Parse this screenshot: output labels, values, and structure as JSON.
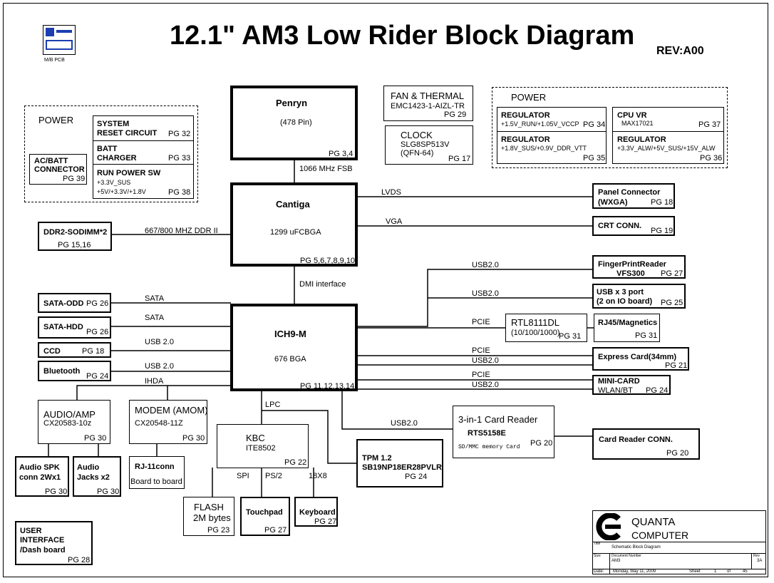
{
  "title": "12.1\" AM3  Low Rider  Block Diagram",
  "rev": "REV:A00",
  "logo_caption": "M/B PCB",
  "blocks": {
    "penryn": {
      "name": "Penryn",
      "pin": "(478 Pin)",
      "pg": "PG 3,4"
    },
    "cantiga": {
      "name": "Cantiga",
      "pkg": "1299 uFCBGA",
      "pg": "PG 5,6,7,8,9,10"
    },
    "ich9m": {
      "name": "ICH9-M",
      "pkg": "676 BGA",
      "pg": "PG 11,12,13,14"
    },
    "fan": {
      "l1": "FAN & THERMAL",
      "l2": "EMC1423-1-AIZL-TR",
      "pg": "PG 29"
    },
    "clock": {
      "l1": "CLOCK",
      "l2": "SLG8SP513V",
      "l3": "(QFN-64)",
      "pg": "PG 17"
    },
    "power_left": {
      "label": "POWER",
      "sysreset": {
        "l1": "SYSTEM",
        "l2": "RESET CIRCUIT",
        "pg": "PG 32"
      },
      "batt": {
        "l1": "BATT",
        "l2": "CHARGER",
        "pg": "PG 33"
      },
      "runpower": {
        "l1": "RUN POWER SW",
        "l2": "+3.3V_SUS",
        "l3": "+5V/+3.3V/+1.8V",
        "pg": "PG 38"
      },
      "acbatt": {
        "l1": "AC/BATT",
        "l2": "CONNECTOR",
        "pg": "PG 39"
      }
    },
    "power_right": {
      "label": "POWER",
      "reg1": {
        "l1": "REGULATOR",
        "l2": "+1.5V_RUN/+1.05V_VCCP",
        "pg": "PG 34"
      },
      "reg2": {
        "l1": "REGULATOR",
        "l2": "+1.8V_SUS/+0.9V_DDR_VTT",
        "pg": "PG 35"
      },
      "cpuvr": {
        "l1": "CPU VR",
        "l2": "MAX17021",
        "pg": "PG 37"
      },
      "reg3": {
        "l1": "REGULATOR",
        "l2": "+3.3V_ALW/+5V_SUS/+15V_ALW",
        "pg": "PG 36"
      }
    },
    "ddr": {
      "l1": "DDR2-SODIMM*2",
      "pg": "PG 15,16"
    },
    "panel": {
      "l1": "Panel Connector",
      "l2": "(WXGA)",
      "pg": "PG 18"
    },
    "crt": {
      "l1": "CRT CONN.",
      "pg": "PG 19"
    },
    "finger": {
      "l1": "FingerPrintReader",
      "l2": "VFS300",
      "pg": "PG 27"
    },
    "usbx3": {
      "l1": "USB x 3 port",
      "l2": "(2 on IO board)",
      "pg": "PG 25"
    },
    "rtl": {
      "l1": "RTL8111DL",
      "l2": "(10/100/1000)",
      "pg": "PG 31"
    },
    "rj45": {
      "l1": "RJ45/Magnetics",
      "pg": "PG 31"
    },
    "express": {
      "l1": "Express Card(34mm)",
      "pg": "PG 21"
    },
    "minicard": {
      "l1": "MINI-CARD",
      "l2": "WLAN/BT",
      "pg": "PG 24"
    },
    "cardreader": {
      "l1": "3-in-1 Card Reader",
      "l2": "RTS5158E",
      "l3": "SD/MMC memory Card",
      "pg": "PG 20"
    },
    "cardconn": {
      "l1": "Card Reader CONN.",
      "pg": "PG 20"
    },
    "sataodd": {
      "l1": "SATA-ODD",
      "pg": "PG 26"
    },
    "satahdd": {
      "l1": "SATA-HDD",
      "pg": "PG 26"
    },
    "ccd": {
      "l1": "CCD",
      "pg": "PG 18"
    },
    "bt": {
      "l1": "Bluetooth",
      "pg": "PG 24"
    },
    "audio": {
      "l1": "AUDIO/AMP",
      "l2": "CX20583-10z",
      "pg": "PG 30"
    },
    "modem": {
      "l1": "MODEM (AMOM)",
      "l2": "CX20548-11Z",
      "pg": "PG 30"
    },
    "spk": {
      "l1": "Audio  SPK",
      "l2": "conn 2Wx1",
      "pg": "PG 30"
    },
    "jacks": {
      "l1": "Audio",
      "l2": "Jacks x2",
      "pg": "PG 30"
    },
    "rj11": {
      "l1": "RJ-11conn",
      "l2": "Board to board"
    },
    "kbc": {
      "l1": "KBC",
      "l2": "ITE8502",
      "pg": "PG 22"
    },
    "tpm": {
      "l1": "TPM 1.2",
      "l2": "SB19NP18ER28PVLR",
      "pg": "PG 24"
    },
    "flash": {
      "l1": "FLASH",
      "l2": "2M bytes",
      "pg": "PG 23"
    },
    "touchpad": {
      "l1": "Touchpad",
      "pg": "PG 27"
    },
    "keyboard": {
      "l1": "Keyboard",
      "pg": "PG 27"
    },
    "userif": {
      "l1": "USER",
      "l2": "INTERFACE",
      "l3": "/Dash board",
      "pg": "PG 28"
    }
  },
  "buses": {
    "fsb": "1066 MHz FSB",
    "dmi": "DMI interface",
    "ddr": "667/800 MHZ DDR II",
    "lvds": "LVDS",
    "vga": "VGA",
    "usb_fp": "USB2.0",
    "usb_port": "USB2.0",
    "pcie_lan": "PCIE",
    "pcie_exp": "PCIE",
    "usb_exp": "USB2.0",
    "pcie_mini": "PCIE",
    "usb_mini": "USB2.0",
    "usb_card": "USB2.0",
    "sata1": "SATA",
    "sata2": "SATA",
    "usb_ccd": "USB 2.0",
    "usb_bt": "USB 2.0",
    "ihda": "IHDA",
    "lpc": "LPC",
    "spi": "SPI",
    "ps2": "PS/2",
    "kb": "18X8"
  },
  "titleblock": {
    "company1": "QUANTA",
    "company2": "COMPUTER",
    "title_lbl": "Title",
    "title_val": "Schematic Block Diagram",
    "size_lbl": "Size",
    "docnum_lbl": "Document Number",
    "docnum_val": "AM3",
    "rev_lbl": "Rev",
    "rev_val": "3A",
    "date_lbl": "Date:",
    "date_val": "Monday, May 11, 2009",
    "sheet_lbl": "Sheet",
    "sheet_val": "1",
    "of_lbl": "of",
    "of_val": "45"
  }
}
